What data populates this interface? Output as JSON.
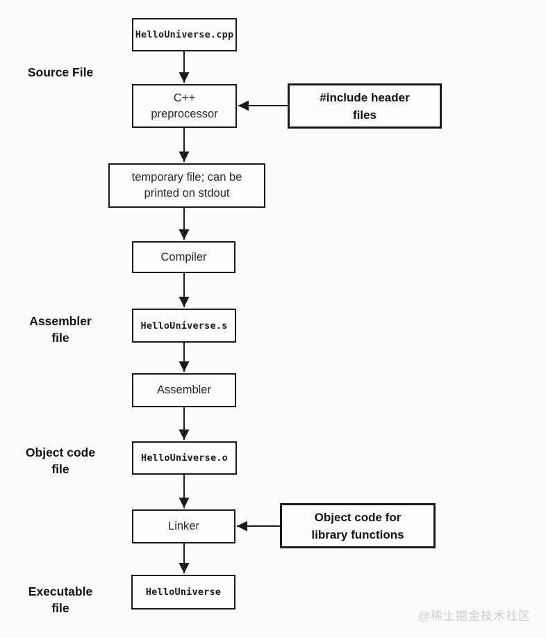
{
  "diagram": {
    "description": "C++ build pipeline flowchart",
    "stage_labels": {
      "source": "Source File",
      "assembler": "Assembler\nfile",
      "object": "Object code\nfile",
      "executable": "Executable\nfile"
    },
    "nodes": {
      "source_file": "HelloUniverse.cpp",
      "preprocessor": "C++\npreprocessor",
      "include_note": "#include header\nfiles",
      "temp_file": "temporary file; can be\nprinted on stdout",
      "compiler": "Compiler",
      "assembler_file": "HelloUniverse.s",
      "assembler": "Assembler",
      "object_file": "HelloUniverse.o",
      "linker": "Linker",
      "library_note": "Object code for\nlibrary functions",
      "executable_file": "HelloUniverse"
    },
    "watermark": "@稀土掘金技术社区",
    "colors": {
      "background": "#fcfcfc",
      "box_border": "#1b1b1b",
      "box_fill": "#fdfdfd",
      "arrow": "#1b1b1b",
      "watermark_text": "#cccccc"
    }
  }
}
